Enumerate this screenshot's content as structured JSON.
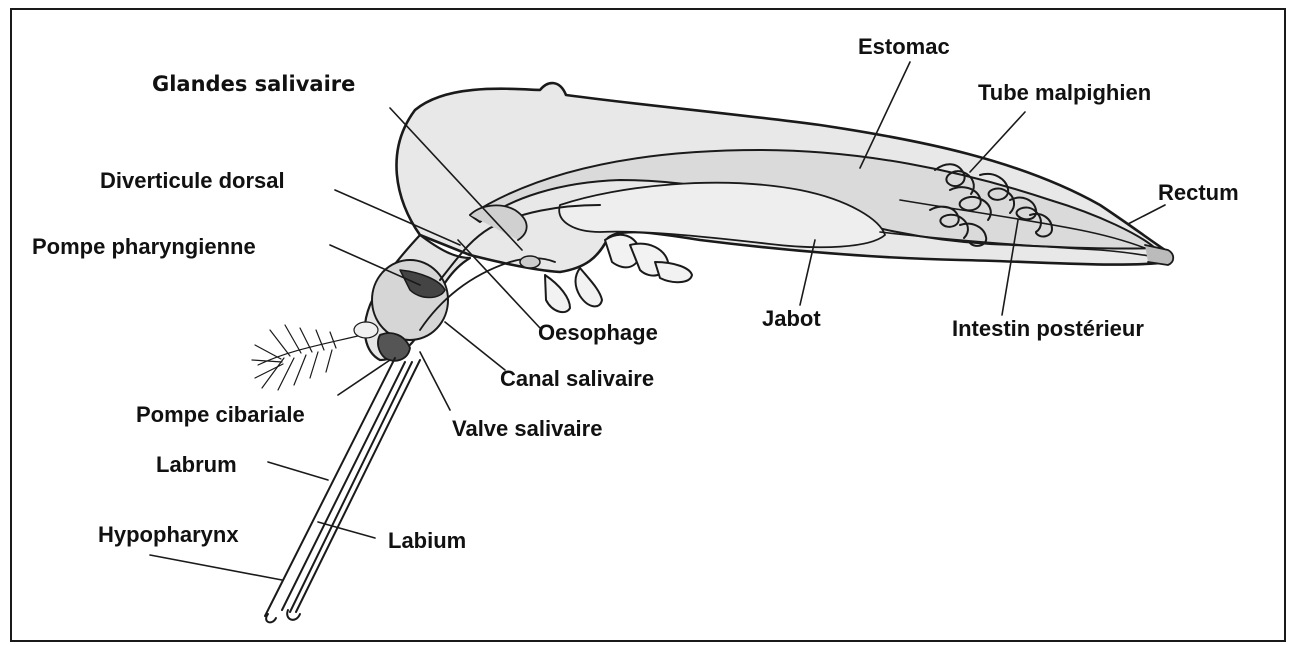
{
  "diagram": {
    "labels": {
      "glandes_salivaire": "Glandes salivaire",
      "estomac": "Estomac",
      "tube_malpighien": "Tube malpighien",
      "rectum": "Rectum",
      "diverticule_dorsal": "Diverticule dorsal",
      "pompe_pharyngienne": "Pompe pharyngienne",
      "jabot": "Jabot",
      "oesophage": "Oesophage",
      "intestin_posterieur": "Intestin postérieur",
      "canal_salivaire": "Canal salivaire",
      "pompe_cibariale": "Pompe cibariale",
      "valve_salivaire": "Valve salivaire",
      "labrum": "Labrum",
      "hypopharynx": "Hypopharynx",
      "labium": "Labium"
    },
    "colors": {
      "line": "#1a1a1a",
      "organ_fill": "#e4e4e4",
      "organ_fill_dark": "#c8c8c8",
      "pump_fill": "#555555",
      "background": "#ffffff"
    }
  }
}
